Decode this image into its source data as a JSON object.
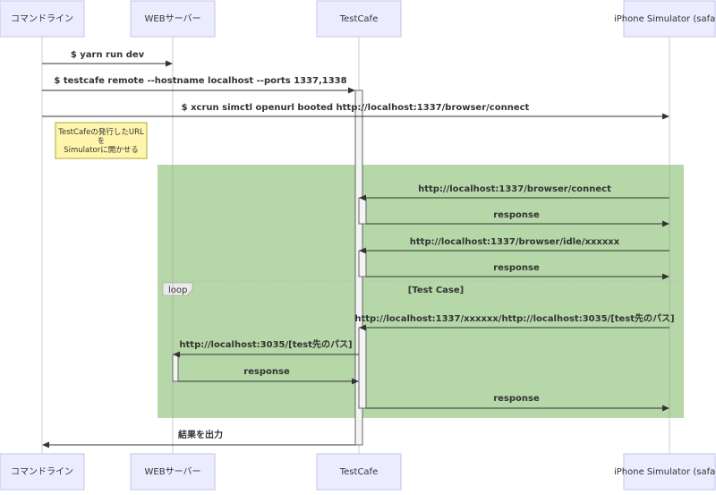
{
  "participants": [
    {
      "id": "cli",
      "label": "コマンドライン"
    },
    {
      "id": "web",
      "label": "WEBサーバー"
    },
    {
      "id": "tc",
      "label": "TestCafe"
    },
    {
      "id": "iphone",
      "label": "iPhone Simulator (safari)"
    }
  ],
  "messages": [
    {
      "from": "cli",
      "to": "web",
      "text": "$ yarn run dev"
    },
    {
      "from": "cli",
      "to": "tc",
      "text": "$ testcafe remote --hostname localhost --ports 1337,1338"
    },
    {
      "from": "cli",
      "to": "iphone",
      "text": "$ xcrun simctl openurl booted http://localhost:1337/browser/connect"
    },
    {
      "from": "iphone",
      "to": "tc",
      "text": "http://localhost:1337/browser/connect"
    },
    {
      "from": "tc",
      "to": "iphone",
      "text": "response"
    },
    {
      "from": "iphone",
      "to": "tc",
      "text": "http://localhost:1337/browser/idle/xxxxxx"
    },
    {
      "from": "tc",
      "to": "iphone",
      "text": "response"
    },
    {
      "from": "iphone",
      "to": "tc",
      "text": "http://localhost:1337/xxxxxx/http://localhost:3035/[test先のパス]"
    },
    {
      "from": "tc",
      "to": "web",
      "text": "http://localhost:3035/[test先のパス]"
    },
    {
      "from": "web",
      "to": "tc",
      "text": "response"
    },
    {
      "from": "tc",
      "to": "iphone",
      "text": "response"
    },
    {
      "from": "tc",
      "to": "cli",
      "text": "結果を出力"
    }
  ],
  "note": {
    "lines": [
      "TestCafeの発行したURL",
      "を",
      "Simulatorに開かせる"
    ]
  },
  "loop": {
    "label": "loop",
    "title": "[Test Case]"
  },
  "colors": {
    "actor_fill": "#ececff",
    "actor_border": "#c5c3ec",
    "loop_fill": "#b6d7a8",
    "note_fill": "#fff5ad"
  }
}
